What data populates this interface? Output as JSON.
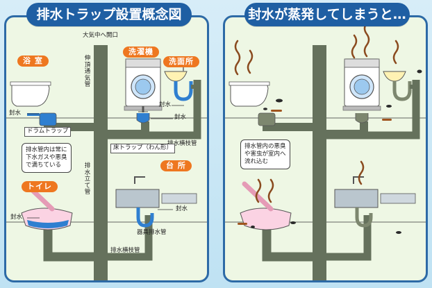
{
  "left": {
    "title": "排水トラップ設置概念図",
    "rooms": {
      "bath": "浴 室",
      "washer": "洗濯機",
      "sink": "洗面所",
      "toilet": "トイレ",
      "kitchen": "台 所"
    },
    "labels": {
      "vent_open": "大気中へ開口",
      "vent_pipe": "伸頂通気管",
      "seal_bath": "封水",
      "drum_trap": "ドラムトラップ",
      "seal_sink": "封水",
      "seal_washer": "封水",
      "branch_pipe_upper": "排水横枝管",
      "floor_trap": "床トラップ（わん形）",
      "stack": "排水立て管",
      "seal_toilet": "封水",
      "seal_kitchen": "封水",
      "fixture_pipe": "器具排水管",
      "branch_pipe_lower": "排水横枝管"
    },
    "note": [
      "排水管内は常に",
      "下水ガスや悪臭",
      "で満ちている"
    ]
  },
  "right": {
    "title": "封水が蒸発してしまうと…",
    "note": [
      "排水管内の悪臭",
      "や害虫が室内へ",
      "流れ込む"
    ]
  },
  "colors": {
    "pipe": "#65715c",
    "water": "#2f7fd0",
    "accent": "#ee7720",
    "title_bg": "#1f5fa3",
    "border": "#2d6aa6"
  }
}
